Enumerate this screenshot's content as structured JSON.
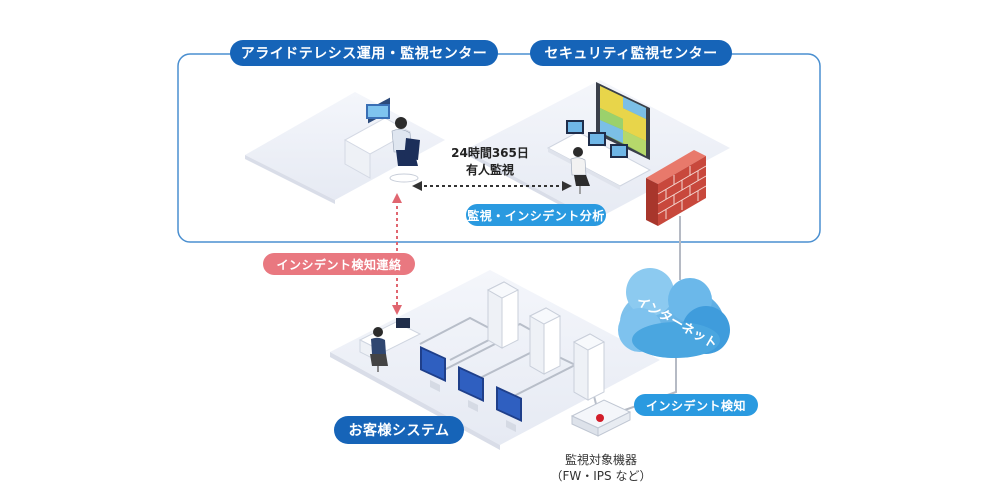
{
  "labels": {
    "allied_center": "アライドテレシス運用・監視センター",
    "security_center": "セキュリティ監視センター",
    "monitoring_line1": "24時間365日",
    "monitoring_line2": "有人監視",
    "analysis": "監視・インシデント分析",
    "contact": "インシデント検知連絡",
    "internet": "インターネット",
    "detection": "インシデント検知",
    "customer_system": "お客様システム",
    "device_line1": "監視対象機器",
    "device_line2": "（FW・IPS など）"
  },
  "colors": {
    "dark_blue": "#1664b8",
    "light_blue": "#2a9ae0",
    "red_pink": "#e97880",
    "cloud": "#5cb0e4",
    "brick": "#c8483c",
    "frame": "#4a8fd0"
  }
}
